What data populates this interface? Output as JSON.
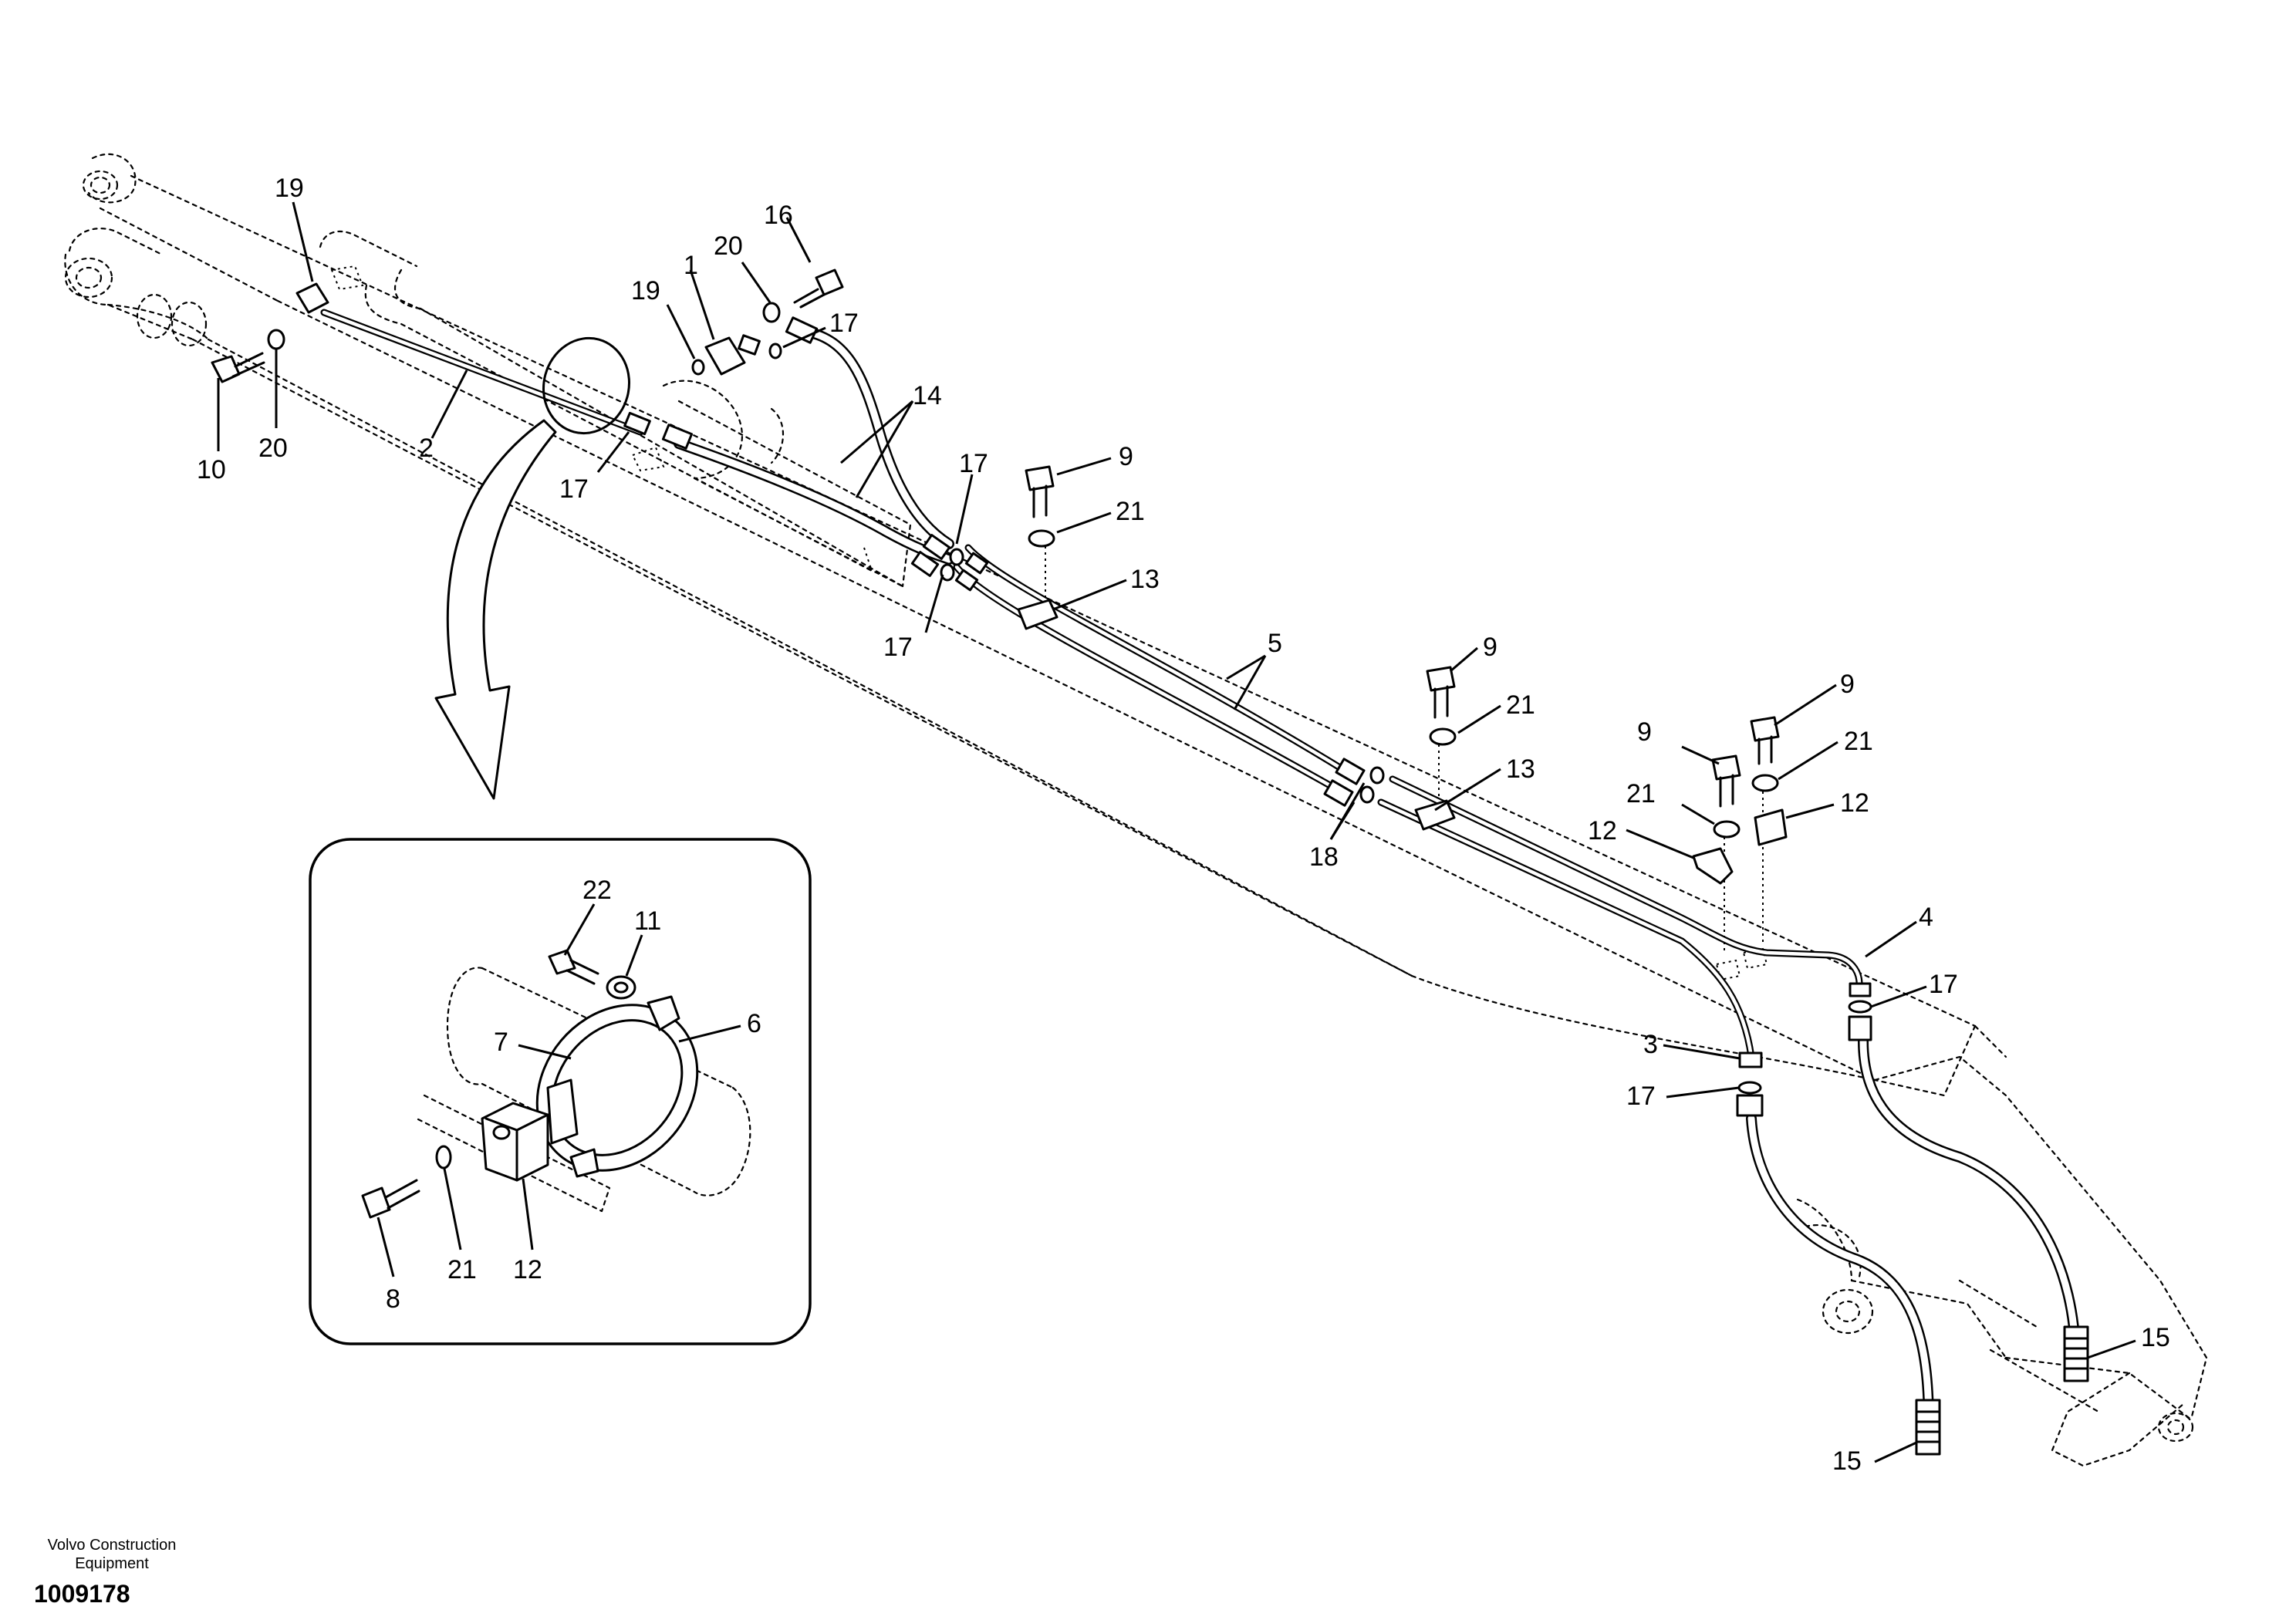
{
  "diagram": {
    "callouts": {
      "c1": "1",
      "c2": "2",
      "c3": "3",
      "c4": "4",
      "c5": "5",
      "c6": "6",
      "c7": "7",
      "c8": "8",
      "c9a": "9",
      "c9b": "9",
      "c9c": "9",
      "c9d": "9",
      "c10": "10",
      "c11": "11",
      "c12a": "12",
      "c12b": "12",
      "c12c": "12",
      "c13a": "13",
      "c13b": "13",
      "c14": "14",
      "c15a": "15",
      "c15b": "15",
      "c16": "16",
      "c17a": "17",
      "c17b": "17",
      "c17c": "17",
      "c17d": "17",
      "c17e": "17",
      "c17f": "17",
      "c18": "18",
      "c19a": "19",
      "c19b": "19",
      "c20a": "20",
      "c20b": "20",
      "c21a": "21",
      "c21b": "21",
      "c21c": "21",
      "c21d": "21",
      "c21e": "21",
      "c22": "22"
    }
  },
  "footer": {
    "brand_line_1": "Volvo Construction",
    "brand_line_2": "Equipment",
    "drawing_number": "1009178"
  }
}
